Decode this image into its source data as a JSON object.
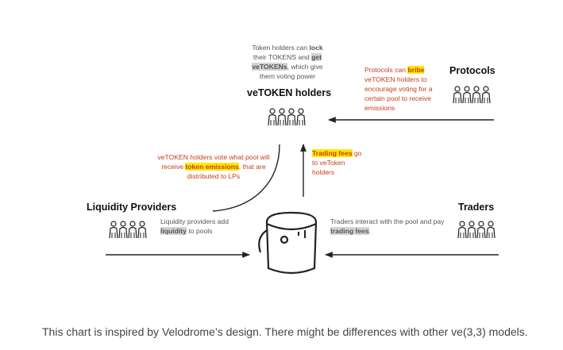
{
  "nodes": {
    "vetoken_holders": "veTOKEN holders",
    "protocols": "Protocols",
    "liquidity_providers": "Liquidity Providers",
    "traders": "Traders"
  },
  "notes": {
    "token_holders": {
      "t1": "Token holders can ",
      "h1": "lock",
      "t2": " their TOKENS and ",
      "h2": "get",
      "h3": "veTOKENs",
      "t3": ", which give them voting power"
    },
    "protocols": {
      "t1": "Protocols can ",
      "h1": "bribe",
      "t2": " veTOKEN holders to encourage voting for a certain pool to receive emissions"
    },
    "vote": {
      "t1": "veTOKEN holders vote what pool will receive ",
      "h1": "token emissions",
      "t2": ", that are distributed to LPs"
    },
    "trading_fees": {
      "h1": "Trading fees",
      "t1": " go to veToken holders"
    },
    "lp": {
      "t1": "Liquidity providers add ",
      "h1": "liquidity",
      "t2": " to pools"
    },
    "traders": {
      "t1": "Traders interact with the pool and pay ",
      "h1": "trading fees",
      "t2": "."
    }
  },
  "caption": "This chart is inspired by Velodrome’s design. There might be differences with other ve(3,3) models.",
  "colors": {
    "highlight_yellow": "#ffe800",
    "highlight_gray": "#d4d4d4",
    "note_orange": "#c5401a",
    "note_gray": "#555555"
  },
  "icons": [
    "people-group-icon",
    "paint-bucket-pool-icon",
    "arrow-icon"
  ]
}
